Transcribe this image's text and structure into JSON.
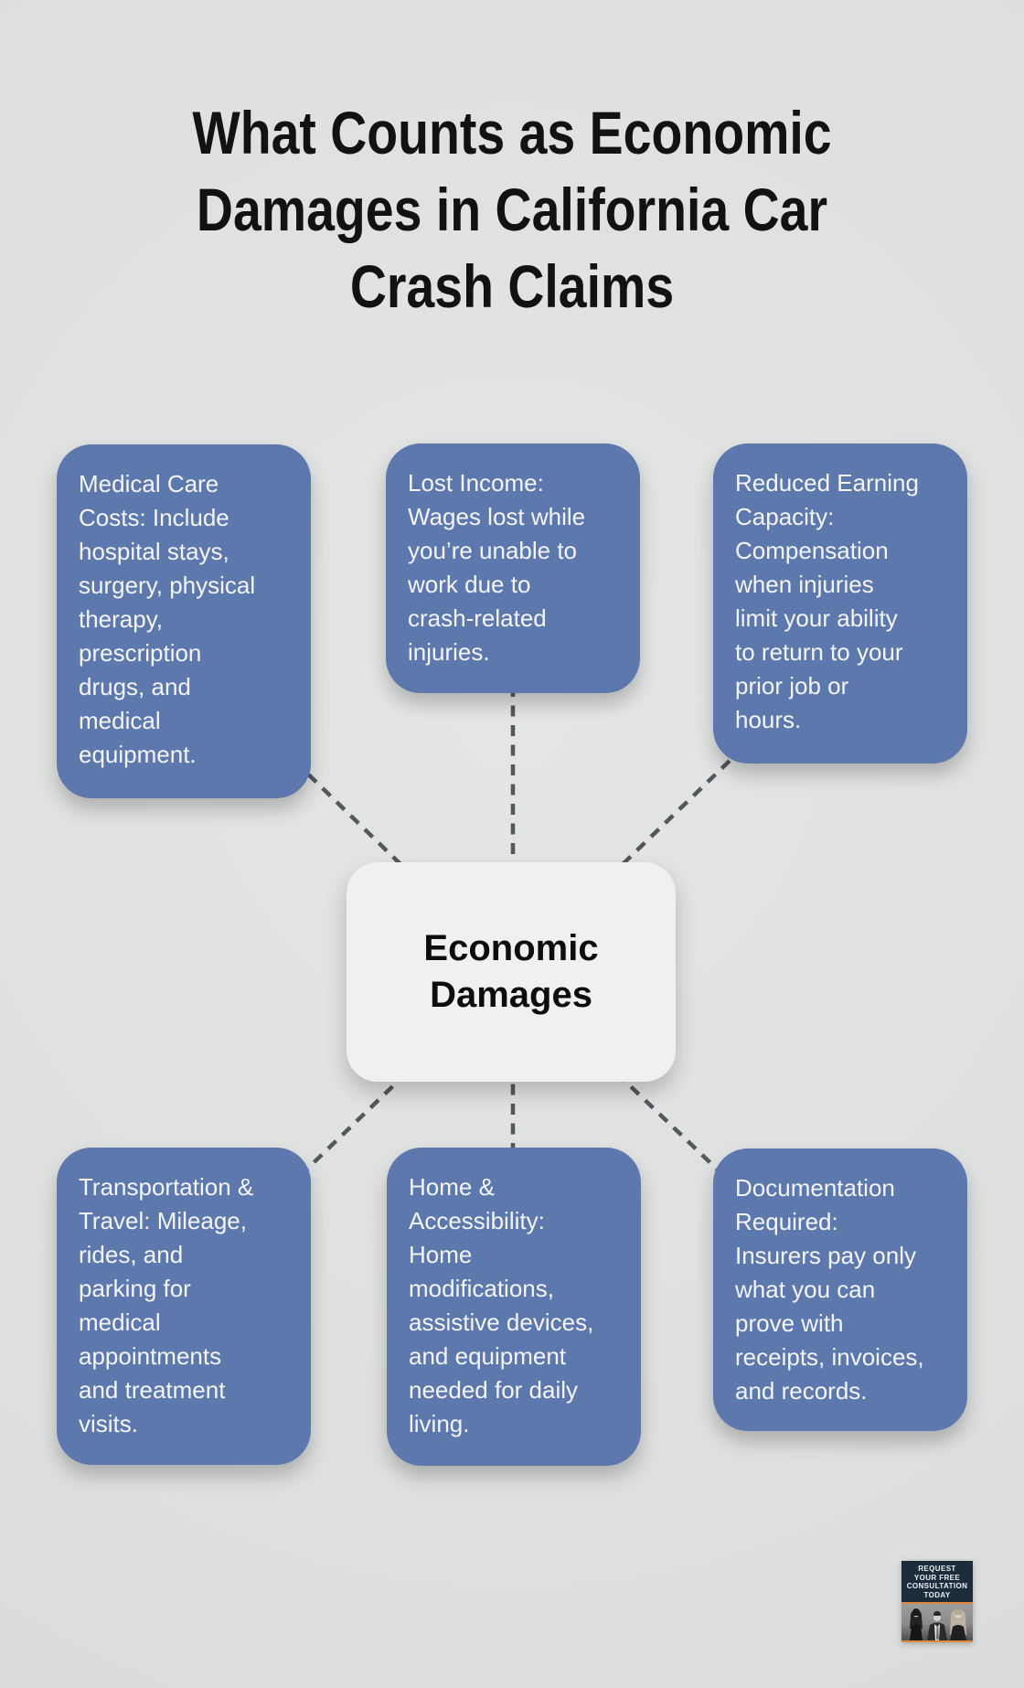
{
  "page": {
    "background_color": "#dedfdf"
  },
  "title": {
    "text": "What Counts as Economic\nDamages in California Car\nCrash Claims",
    "color": "#121212"
  },
  "center_node": {
    "label": "Economic\nDamages",
    "background_color": "#eff0f2",
    "text_color": "#0d0d0d"
  },
  "card_style": {
    "background_color": "#5d78ac",
    "text_color": "#f3f5f9"
  },
  "connectors": {
    "style": "dashed",
    "color": "#54575b",
    "count": 6
  },
  "cards": [
    {
      "id": "medical-care-costs",
      "text": "Medical Care\nCosts: Include\nhospital stays,\nsurgery, physical\ntherapy,\nprescription\ndrugs, and\nmedical\nequipment."
    },
    {
      "id": "lost-income",
      "text": "Lost Income:\nWages lost while\nyou’re unable to\nwork due to\ncrash-related\ninjuries."
    },
    {
      "id": "reduced-earning-capacity",
      "text": "Reduced Earning\nCapacity:\nCompensation\nwhen injuries\nlimit your ability\nto return to your\nprior job or\nhours."
    },
    {
      "id": "transportation-travel",
      "text": "Transportation &\nTravel: Mileage,\nrides, and\nparking for\nmedical\nappointments\nand treatment\nvisits."
    },
    {
      "id": "home-accessibility",
      "text": "Home &\nAccessibility:\nHome\nmodifications,\nassistive devices,\nand equipment\nneeded for daily\nliving."
    },
    {
      "id": "documentation-required",
      "text": "Documentation\nRequired:\nInsurers pay only\nwhat you can\nprove with\nreceipts, invoices,\nand records."
    }
  ],
  "badge": {
    "cta": "REQUEST\nYOUR FREE\nCONSULTATION\nTODAY",
    "background_color": "#1d2c3a",
    "accent_color": "#e0883c",
    "photo": "three-attorneys-grayscale-photo"
  }
}
